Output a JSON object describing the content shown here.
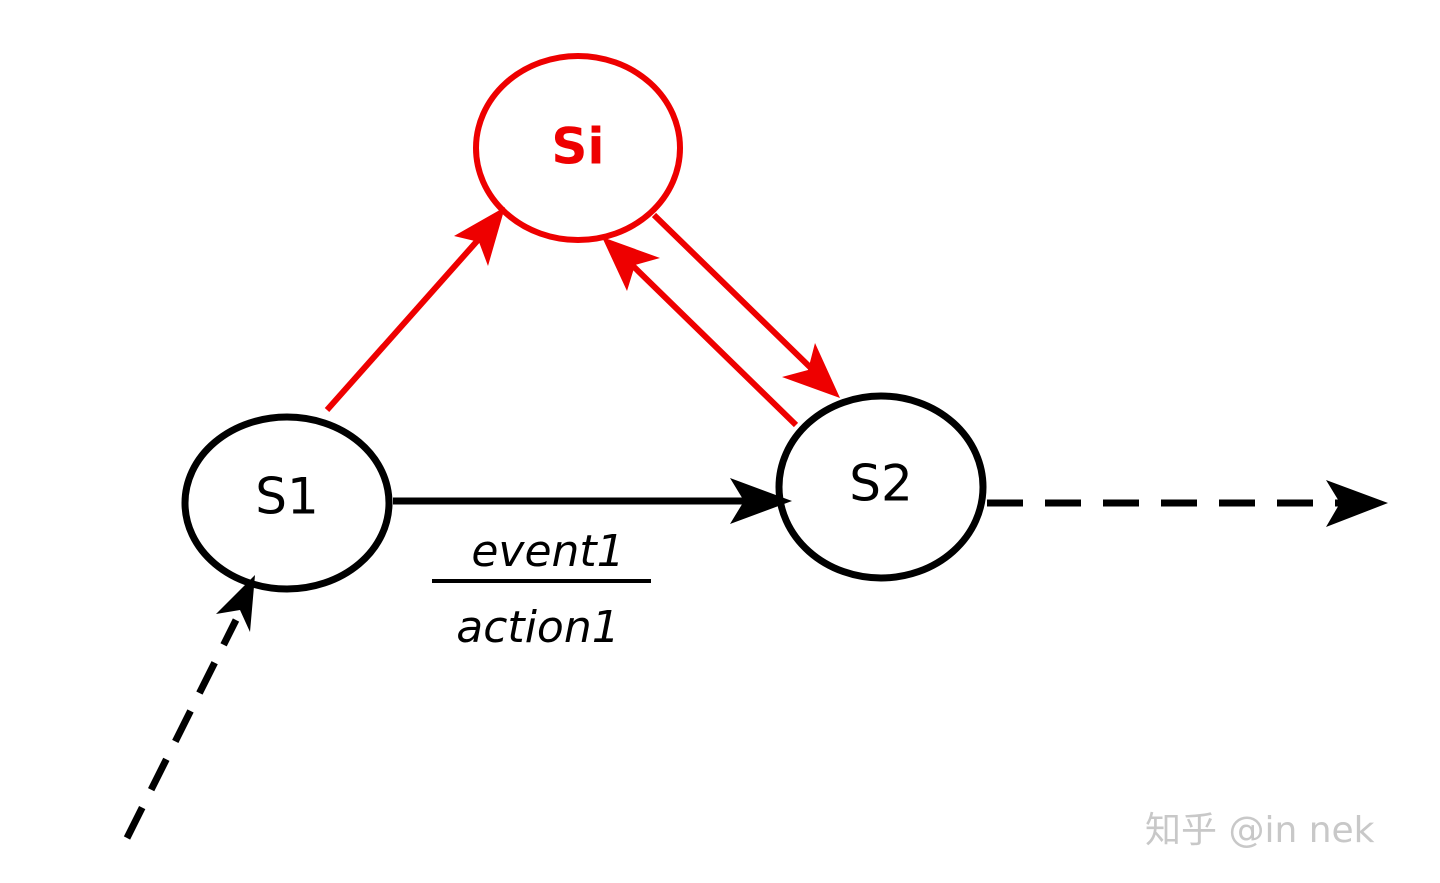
{
  "states": {
    "s1": {
      "label": "S1",
      "color": "#000000"
    },
    "s2": {
      "label": "S2",
      "color": "#000000"
    },
    "si": {
      "label": "Si",
      "color": "#ee0000"
    }
  },
  "transition": {
    "event": "event1",
    "action": "action1"
  },
  "watermark": {
    "text": "知乎 @in nek"
  },
  "colors": {
    "normal": "#000000",
    "highlight": "#ee0000",
    "watermark": "#c8c8c8"
  }
}
